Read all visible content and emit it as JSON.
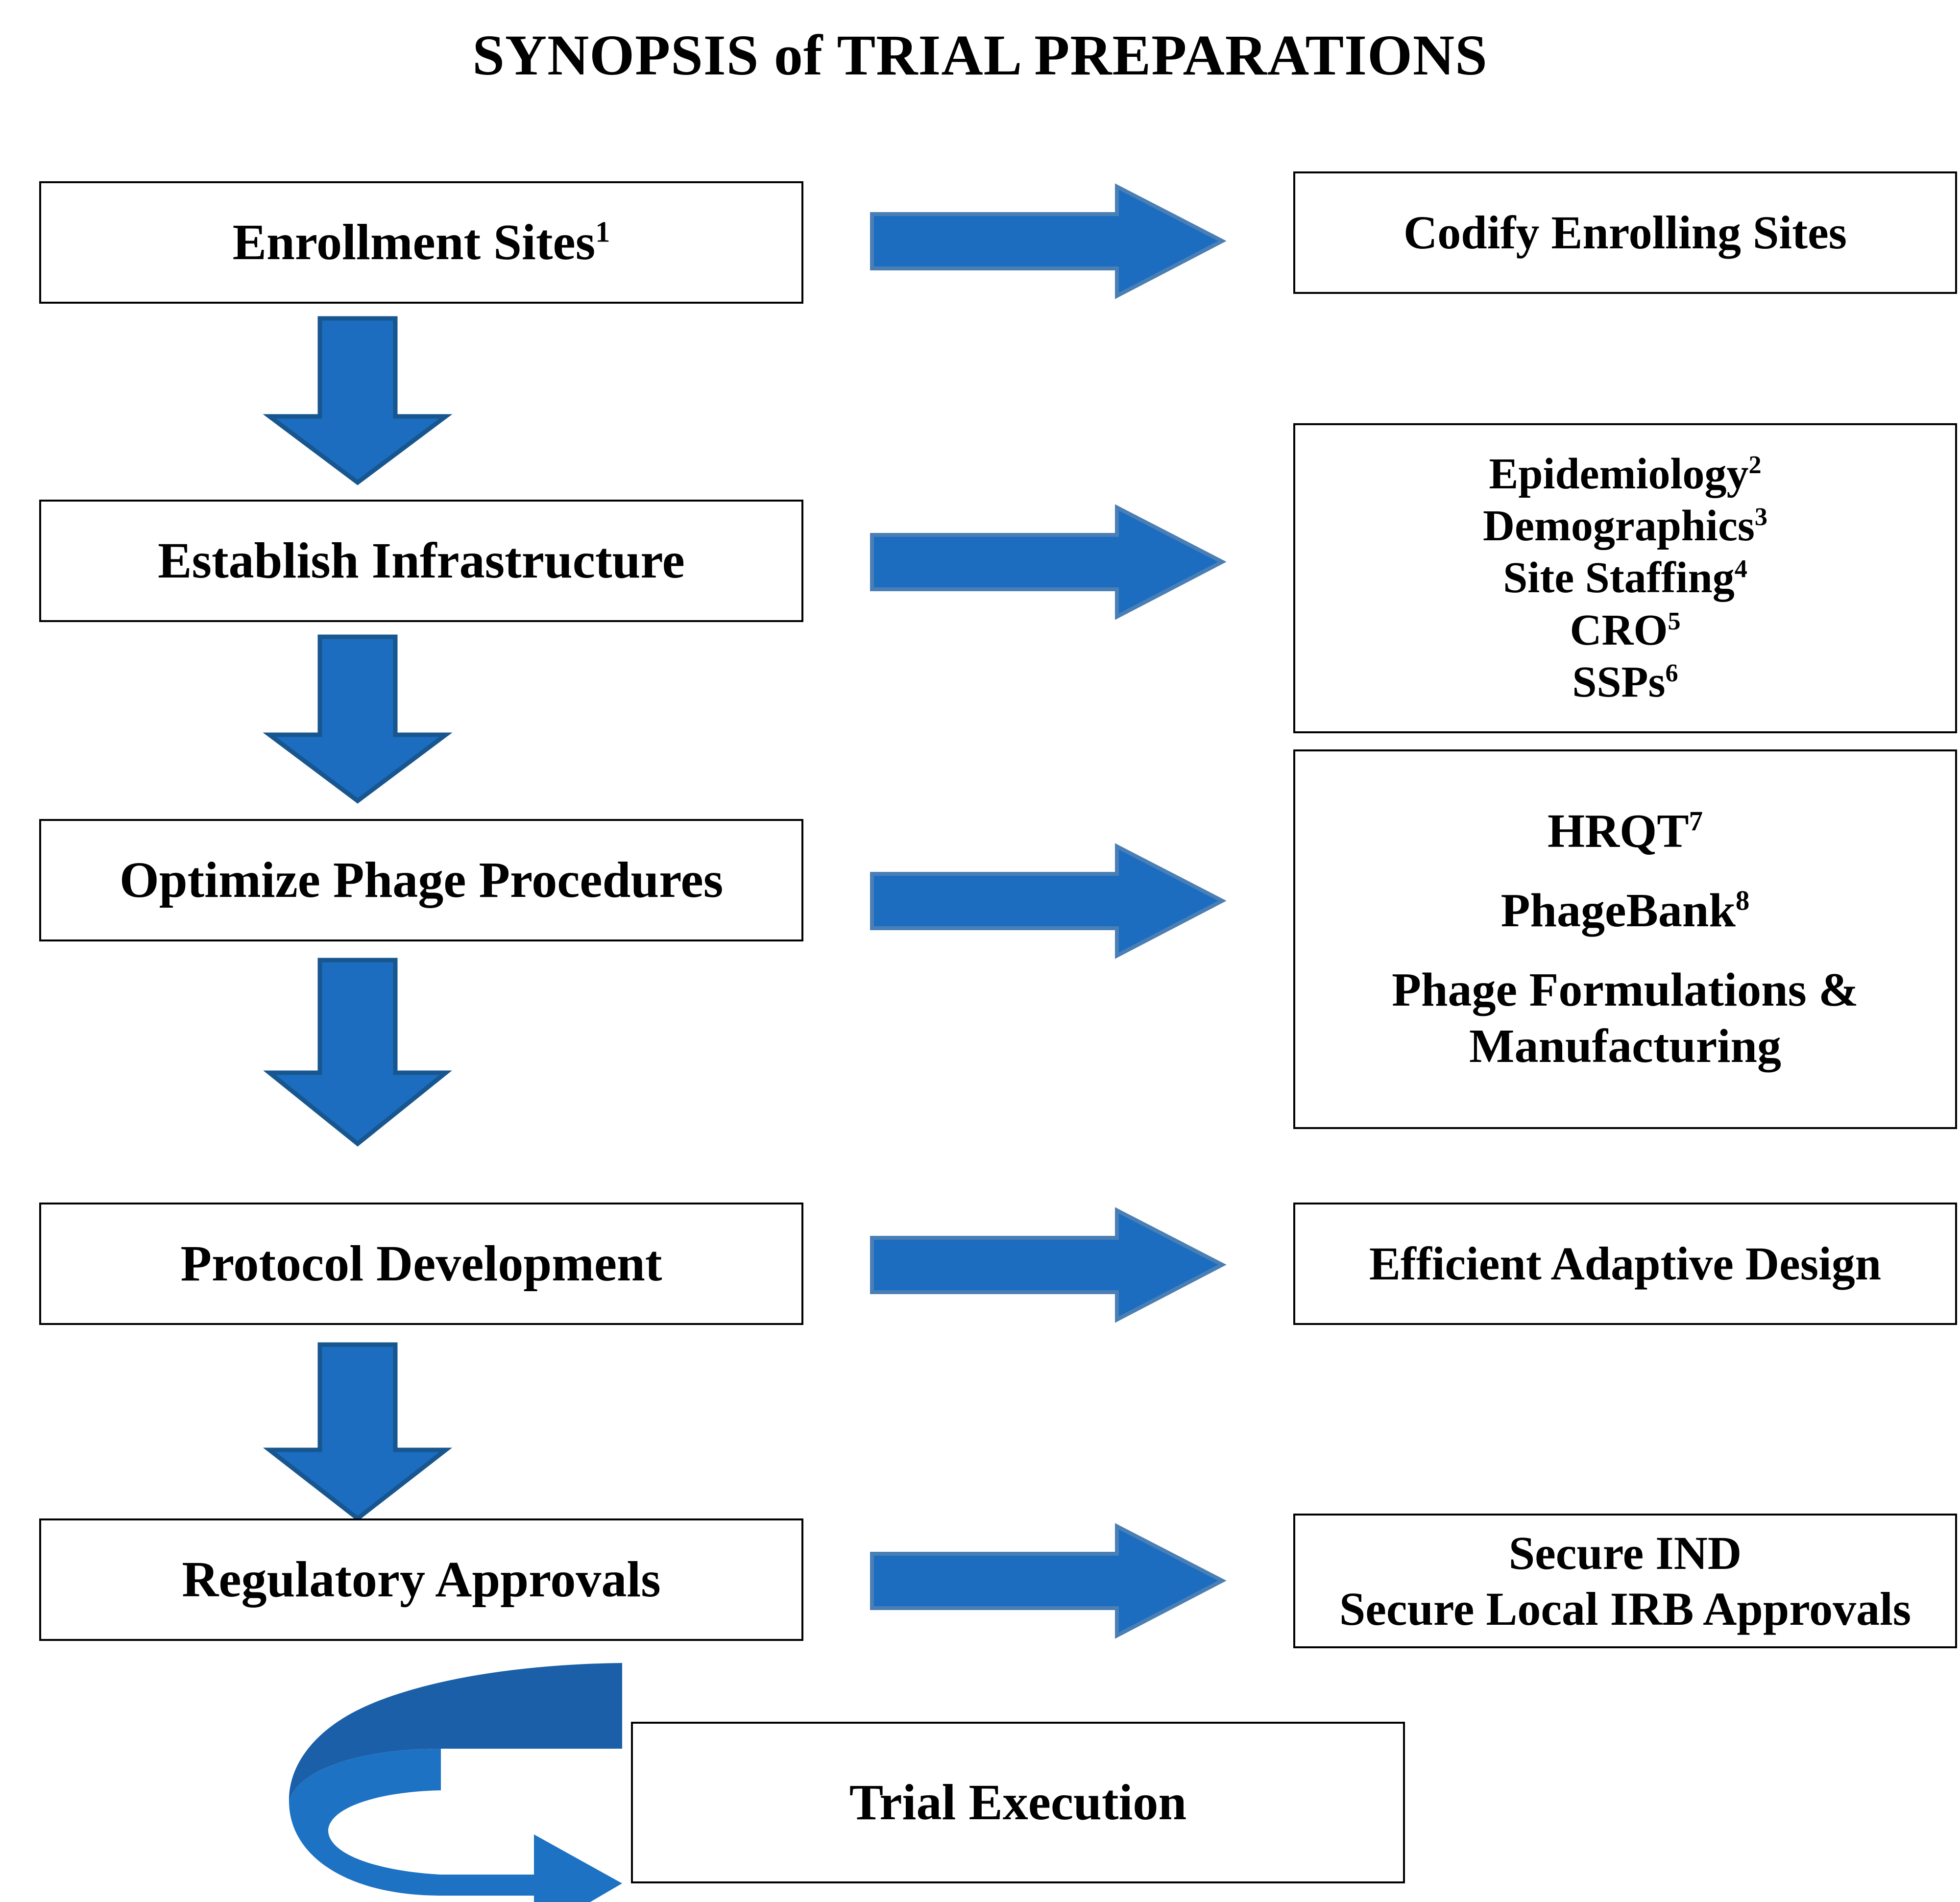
{
  "title": "SYNOPSIS of TRIAL PREPARATIONS",
  "colors": {
    "arrow_fill": "#1C6CBF",
    "arrow_outline": "#17568F",
    "swoosh_dark": "#1A5FA8",
    "swoosh_light": "#1E72C4",
    "box_border": "#000000",
    "background": "#FFFFFF",
    "text": "#000000"
  },
  "flow": {
    "left_steps": [
      {
        "label": "Enrollment Sites",
        "superscript": "1"
      },
      {
        "label": "Establish Infrastructure",
        "superscript": ""
      },
      {
        "label": "Optimize Phage Procedures",
        "superscript": ""
      },
      {
        "label": "Protocol Development",
        "superscript": ""
      },
      {
        "label": "Regulatory Approvals",
        "superscript": ""
      }
    ],
    "right_outputs": [
      {
        "items": [
          {
            "text": "Codify Enrolling Sites",
            "superscript": ""
          }
        ]
      },
      {
        "items": [
          {
            "text": "Epidemiology",
            "superscript": "2"
          },
          {
            "text": "Demographics",
            "superscript": "3"
          },
          {
            "text": "Site Staffing",
            "superscript": "4"
          },
          {
            "text": "CRO",
            "superscript": "5"
          },
          {
            "text": "SSPs",
            "superscript": "6"
          }
        ]
      },
      {
        "items": [
          {
            "text": "HRQT",
            "superscript": "7"
          },
          {
            "text": "PhageBank",
            "superscript": "8"
          },
          {
            "text": "Phage Formulations &",
            "superscript": ""
          },
          {
            "text": "Manufacturing",
            "superscript": ""
          }
        ]
      },
      {
        "items": [
          {
            "text": "Efficient Adaptive Design",
            "superscript": ""
          }
        ]
      },
      {
        "items": [
          {
            "text": "Secure IND",
            "superscript": ""
          },
          {
            "text": "Secure Local IRB Approvals",
            "superscript": ""
          }
        ]
      }
    ],
    "final_step": {
      "label": "Trial Execution"
    },
    "icons": {
      "right_arrow": "arrow-right-icon",
      "down_arrow": "arrow-down-icon",
      "loop_arrow": "circular-arrow-icon"
    }
  }
}
